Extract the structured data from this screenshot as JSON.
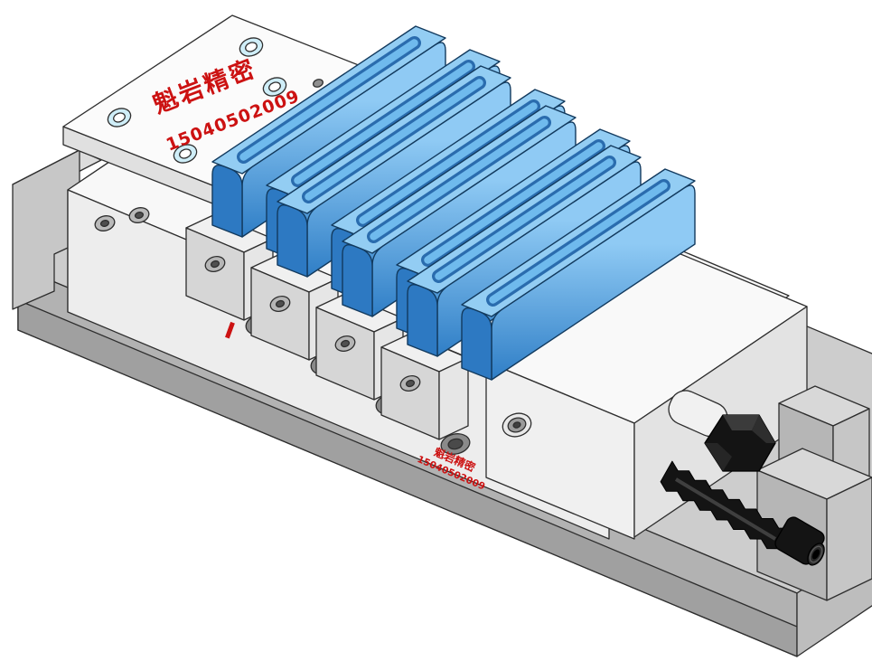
{
  "scene": {
    "block_pairs": 4,
    "blocks_total": 8
  },
  "branding": {
    "brand": "魁岩精密",
    "phone": "15040502009",
    "front_decal_line1": "魁岩精密",
    "front_decal_line2": "15040502009"
  },
  "colors": {
    "outline": "#2e2e2e",
    "base_top": "#cdcdcd",
    "base_front": "#b2b2b2",
    "base_step": "#a0a0a0",
    "base_end": "#bdbdbd",
    "base_left": "#c3c3c3",
    "body_top": "#f8f8f8",
    "body_front": "#ededed",
    "body_end": "#e6e6e6",
    "plate_top": "#fbfbfb",
    "plate_side_sw": "#e0e0e0",
    "plate_side_se": "#ededed",
    "bracket_top": "#dcdcdc",
    "bracket_face": "#c7c7c7",
    "carrier_face": "#d6d6d6",
    "carrier_side": "#e6e6e6",
    "carrier_top": "#f0f0f0",
    "block_front_hi": "#8fcaf4",
    "block_front_lo": "#2f7ec6",
    "block_top": "#93cdf3",
    "block_cap": "#2d79c2",
    "block_groove_rim": "#2a6cae",
    "block_groove": "#6fbaed",
    "block_outline": "#123a5e",
    "housing_top": "#f9f9f9",
    "housing_front": "#f0f0f0",
    "housing_end": "#e3e3e3",
    "rbracket_light": "#d8d8d8",
    "rbracket_mid": "#c6c6c6",
    "rbracket_dark": "#b6b6b6",
    "screw_black": "#141414",
    "hole_blue": "#cfeef8",
    "decal_red": "#cc1212"
  }
}
